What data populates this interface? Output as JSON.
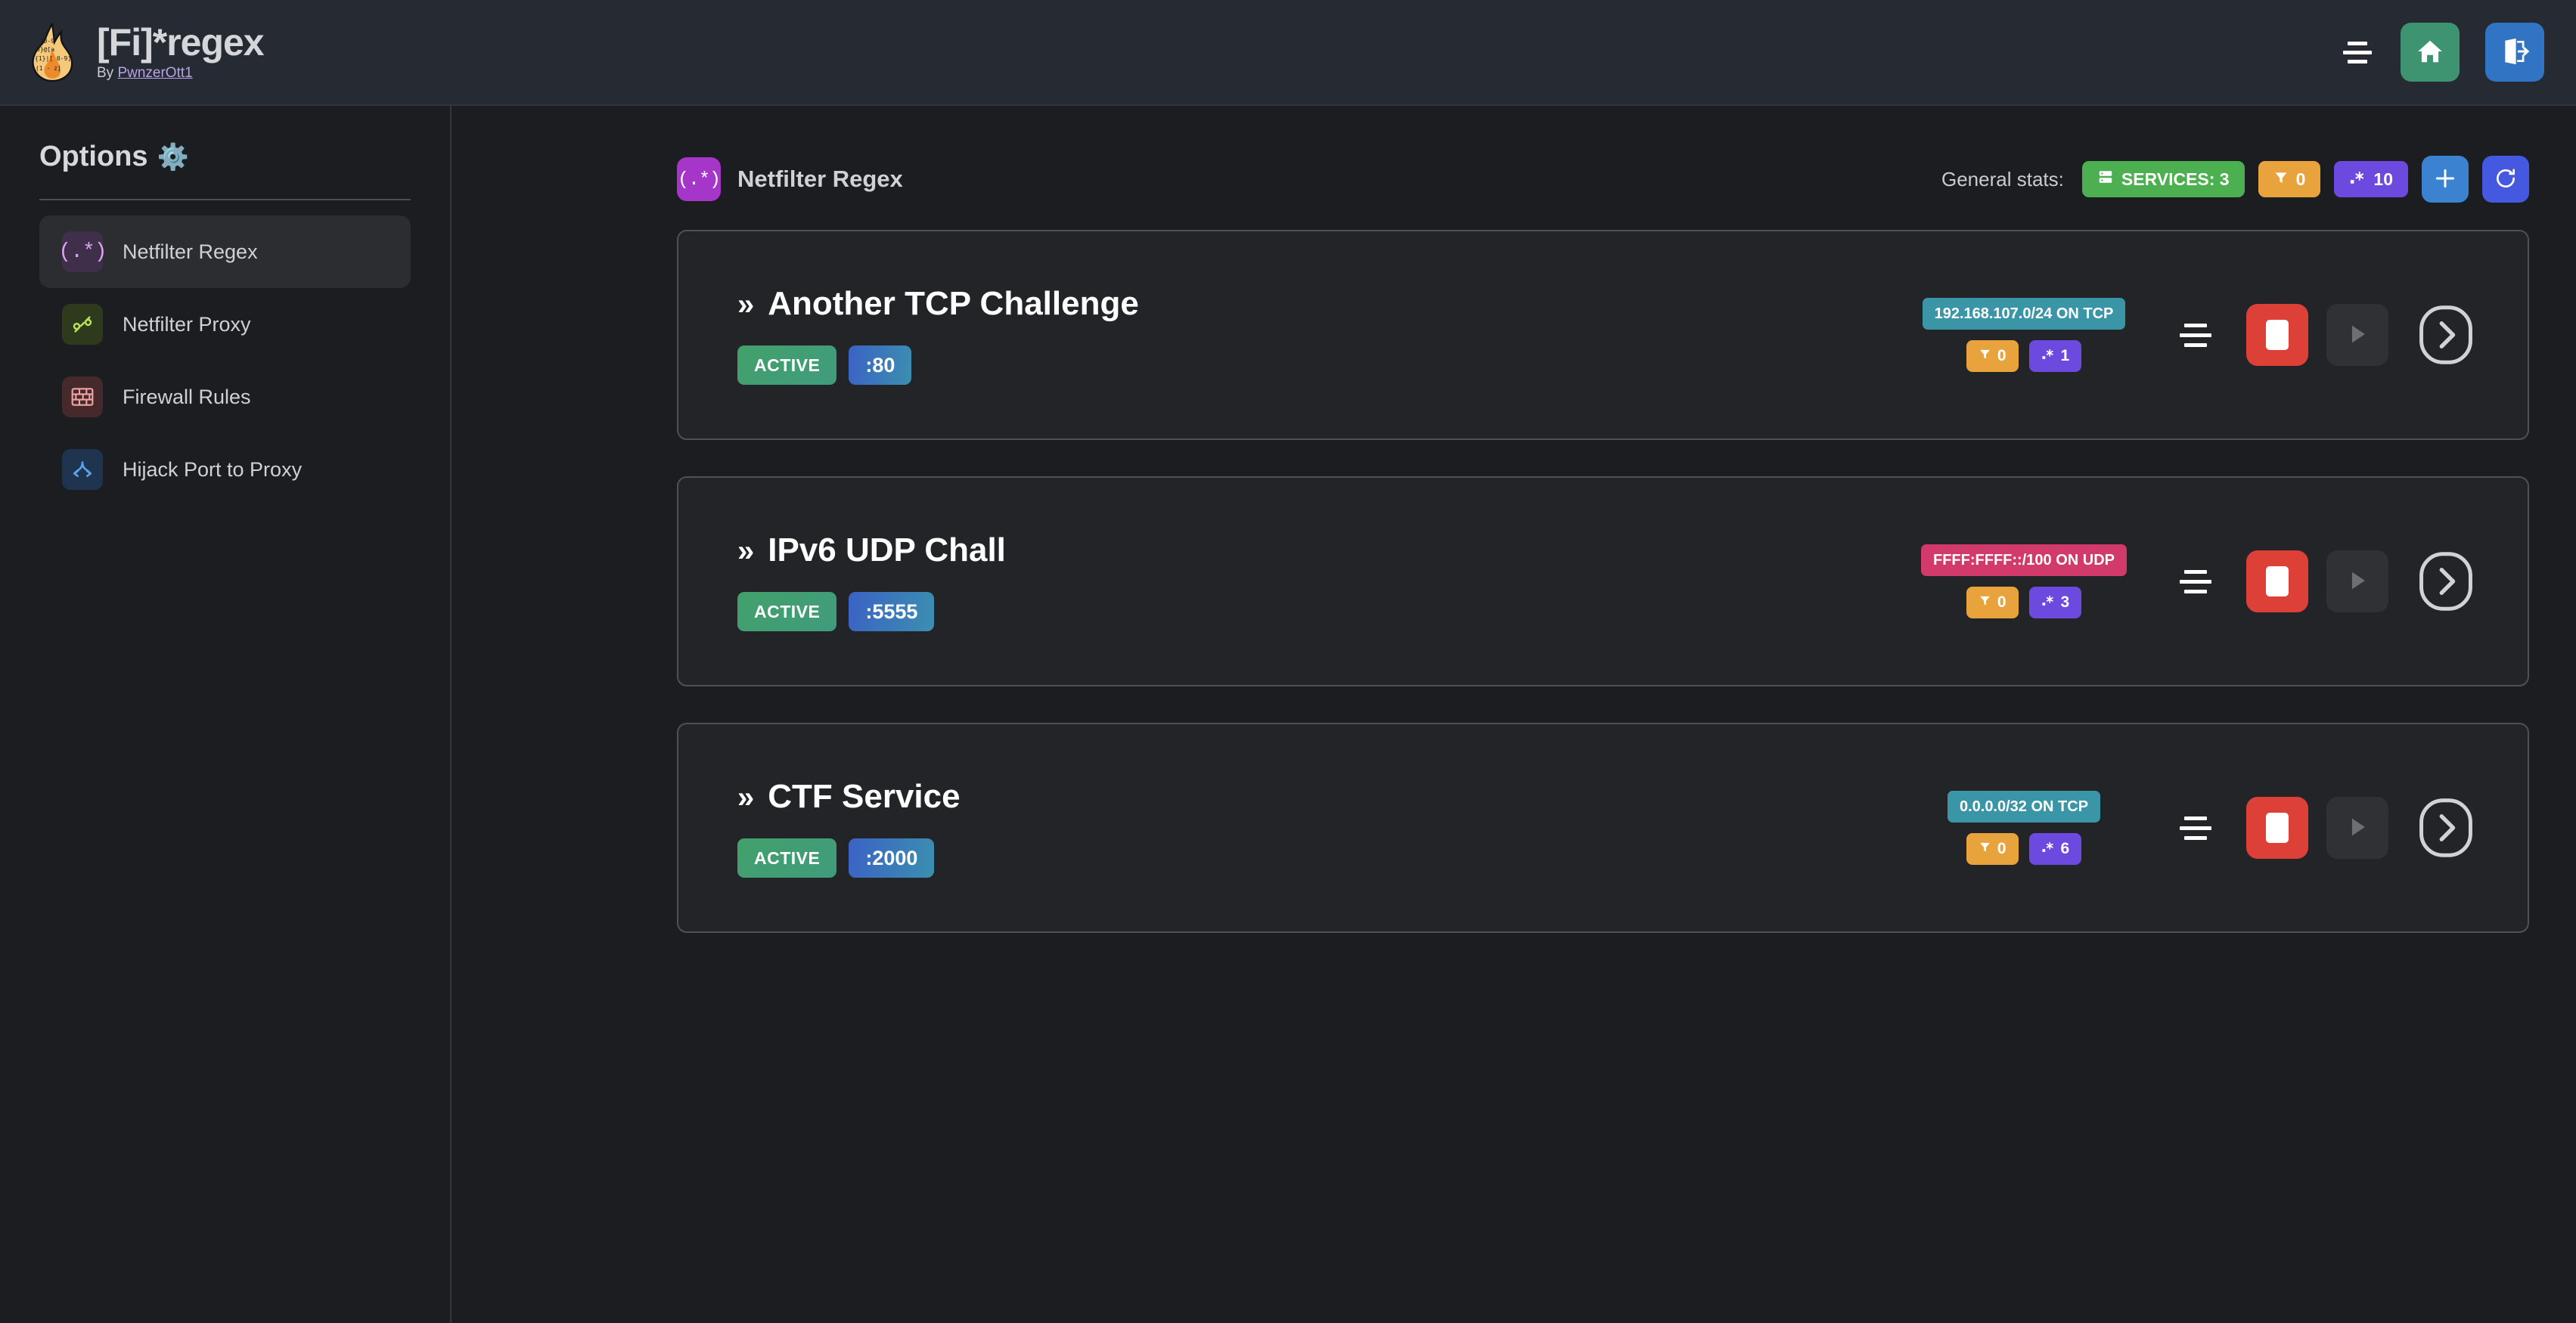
{
  "header": {
    "app_title": "[Fi]*regex",
    "by_prefix": "By ",
    "author": "PwnzerOtt1",
    "logo_icon": "flame-logo",
    "menu_icon": "hamburger-icon",
    "home_icon": "home-icon",
    "logout_icon": "logout-icon",
    "home_color": "#3e9470",
    "logout_color": "#3174c4"
  },
  "sidebar": {
    "title": "Options",
    "gear_icon": "gear-icon",
    "items": [
      {
        "label": "Netfilter Regex",
        "icon": "regex-icon",
        "active": true
      },
      {
        "label": "Netfilter Proxy",
        "icon": "plug-icon",
        "active": false
      },
      {
        "label": "Firewall Rules",
        "icon": "brick-wall-icon",
        "active": false
      },
      {
        "label": "Hijack Port to Proxy",
        "icon": "branch-icon",
        "active": false
      }
    ]
  },
  "main": {
    "page_icon": "regex-icon",
    "page_title": "Netfilter Regex",
    "page_icon_color": "#a635c9",
    "stats_label": "General stats:",
    "stats": [
      {
        "name": "services",
        "icon": "server-icon",
        "text": "SERVICES: 3",
        "color": "#4caf50"
      },
      {
        "name": "filters",
        "icon": "filter-icon",
        "text": "0",
        "color": "#e8a33d"
      },
      {
        "name": "regexes",
        "icon": "regex-dot-icon",
        "text": "10",
        "color": "#6c4ae0"
      }
    ],
    "add_button_icon": "plus-icon",
    "refresh_button_icon": "refresh-icon"
  },
  "services": [
    {
      "chevron": "»",
      "title": "Another TCP Challenge",
      "status": "ACTIVE",
      "port": ":80",
      "network": "192.168.107.0/24 ON TCP",
      "network_proto": "tcp",
      "filters": "0",
      "regexes": "1",
      "menu_icon": "hamburger-icon",
      "stop_icon": "stop-icon",
      "play_icon": "play-icon",
      "expand_icon": "chevron-right-icon"
    },
    {
      "chevron": "»",
      "title": "IPv6 UDP Chall",
      "status": "ACTIVE",
      "port": ":5555",
      "network": "FFFF:FFFF::/100 ON UDP",
      "network_proto": "udp",
      "filters": "0",
      "regexes": "3",
      "menu_icon": "hamburger-icon",
      "stop_icon": "stop-icon",
      "play_icon": "play-icon",
      "expand_icon": "chevron-right-icon"
    },
    {
      "chevron": "»",
      "title": "CTF Service",
      "status": "ACTIVE",
      "port": ":2000",
      "network": "0.0.0.0/32 ON TCP",
      "network_proto": "tcp",
      "filters": "0",
      "regexes": "6",
      "menu_icon": "hamburger-icon",
      "stop_icon": "stop-icon",
      "play_icon": "play-icon",
      "expand_icon": "chevron-right-icon"
    }
  ]
}
